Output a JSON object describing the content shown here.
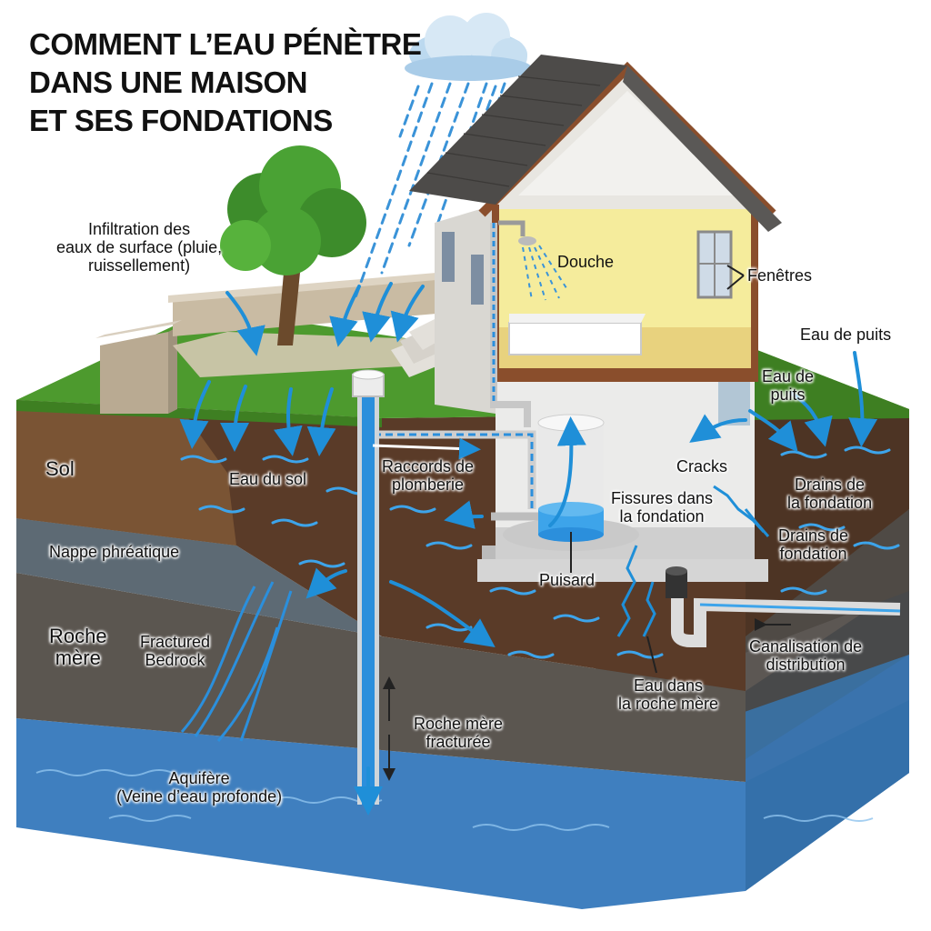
{
  "title": {
    "line1": "COMMENT L’EAU PÉNÈTRE",
    "line2": "DANS UNE MAISON",
    "line3": "ET SES FONDATIONS"
  },
  "labels": {
    "infiltration": [
      "Infiltration des",
      "eaux de surface (pluie,",
      "ruissellement)"
    ],
    "douche": "Douche",
    "fenetres": "Fenêtres",
    "eau_de_puits_top": "Eau de puits",
    "eau_de_puits_mid": [
      "Eau de",
      "puits"
    ],
    "sol": "Sol",
    "eau_du_sol": "Eau du sol",
    "raccords": [
      "Raccords de",
      "plomberie"
    ],
    "cracks": "Cracks",
    "drains_de_la_fondation": [
      "Drains de",
      "la fondation"
    ],
    "fissures": [
      "Fissures dans",
      "la fondation"
    ],
    "drains_de_fondation": [
      "Drains de",
      "fondation"
    ],
    "nappe": "Nappe phréatique",
    "puisard": "Puisard",
    "roche_mere": [
      "Roche",
      "mère"
    ],
    "fractured_bedrock": [
      "Fractured",
      "Bedrock"
    ],
    "canalisation": [
      "Canalisation de",
      "distribution"
    ],
    "eau_roche": [
      "Eau dans",
      "la roche mère"
    ],
    "roche_fracturee": [
      "Roche mère",
      "fracturée"
    ],
    "aquifere": [
      "Aquifère",
      "(Veine d’eau profonde)"
    ]
  },
  "colors": {
    "grass": "#4d9a2e",
    "soil": "#5a3b28",
    "water_table": "#5d6a74",
    "bedrock": "#5b5650",
    "aquifer": "#3f7fbf",
    "water_arrow": "#1f8fd8",
    "house_wall": "#e8e6e1",
    "room_yellow": "#f5ec9c",
    "roof": "#4d4b49",
    "trim": "#8a4e2c"
  }
}
